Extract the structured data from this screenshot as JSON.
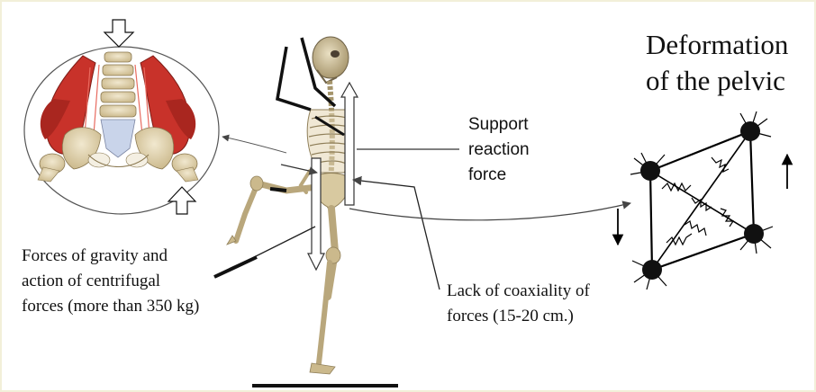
{
  "title": {
    "line1": "Deformation",
    "line2": "of the pelvic"
  },
  "labels": {
    "support_reaction": [
      "Support",
      "reaction",
      "force"
    ],
    "gravity_forces": [
      "Forces of gravity and",
      "action of centrifugal",
      "forces (more than 350 kg)"
    ],
    "coaxiality": [
      "Lack of coaxiality of",
      "forces (15-20 cm.)"
    ]
  },
  "colors": {
    "muscle": "#c8322a",
    "bone": "#d9cba4",
    "spine": "#e3d6b3",
    "skeleton": "#9a8c6c",
    "node": "#111111",
    "line": "#000000",
    "frame": "#f2efd9"
  },
  "icons": {
    "pelvis_illustration": "pelvis-muscles-illustration",
    "skeleton_figure": "walking-skeleton-figure",
    "pelvic_model": "spring-node-pelvic-model"
  }
}
